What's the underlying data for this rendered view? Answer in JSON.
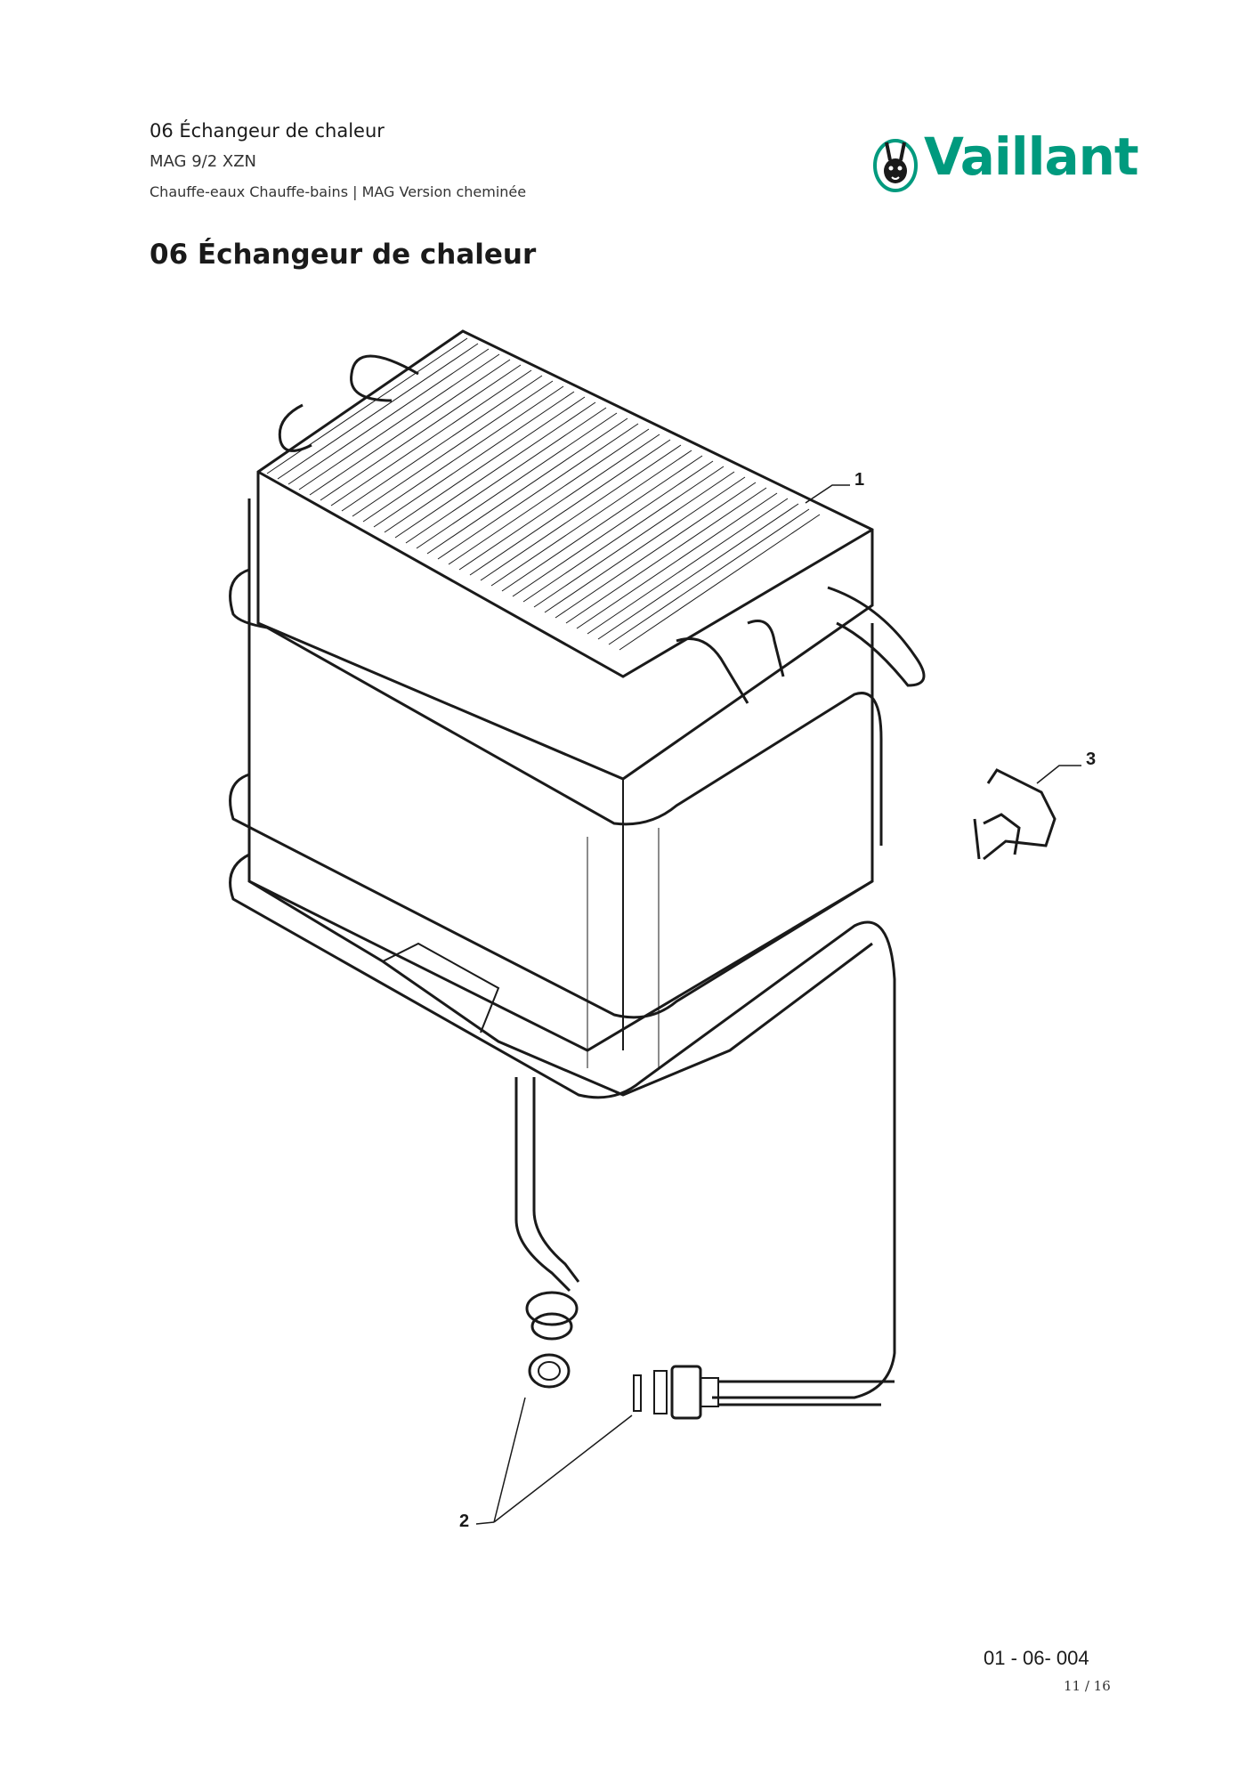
{
  "header": {
    "line1": "06 Échangeur de chaleur",
    "line2": "MAG 9/2 XZN",
    "line3": "Chauffe-eaux Chauffe-bains | MAG Version cheminée"
  },
  "title": "06 Échangeur de chaleur",
  "logo": {
    "text": "Vaillant",
    "icon": "hare-emblem-icon",
    "color": "#009a7e"
  },
  "callouts": [
    {
      "id": "1"
    },
    {
      "id": "2"
    },
    {
      "id": "3"
    }
  ],
  "reference_code": "01 - 06- 004",
  "page_number": "11 / 16"
}
